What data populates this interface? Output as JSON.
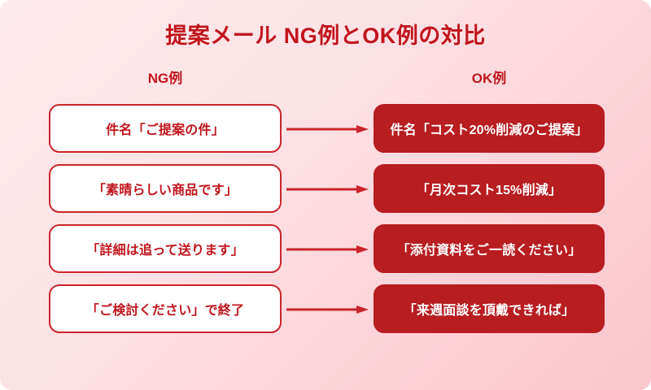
{
  "title": "提案メール NG例とOK例の対比",
  "columns": {
    "ng_header": "NG例",
    "ok_header": "OK例"
  },
  "colors": {
    "accent_red": "#c0161c",
    "box_fill_red": "#b81d20",
    "box_border_red": "#c9252a",
    "background_light_pink": "#fdeaec",
    "background_deep_pink": "#fbc6cd",
    "text_white": "#ffffff"
  },
  "rows": [
    {
      "ng": "件名「ご提案の件」",
      "ok": "件名「コスト20%削減のご提案」",
      "arrow": "arrow-right-icon"
    },
    {
      "ng": "「素晴らしい商品です」",
      "ok": "「月次コスト15%削減」",
      "arrow": "arrow-right-icon"
    },
    {
      "ng": "「詳細は追って送ります」",
      "ok": "「添付資料をご一読ください」",
      "arrow": "arrow-right-icon"
    },
    {
      "ng": "「ご検討ください」で終了",
      "ok": "「来週面談を頂戴できれば」",
      "arrow": "arrow-right-icon"
    }
  ]
}
